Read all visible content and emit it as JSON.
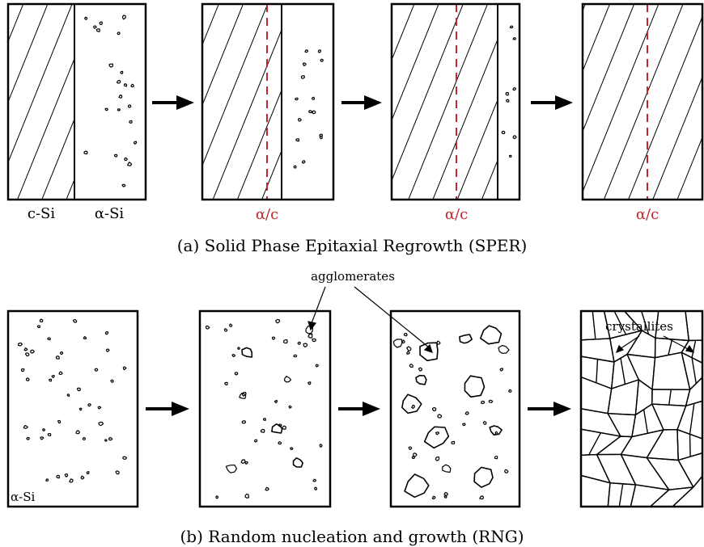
{
  "top_panel": {
    "caption": "(a) Solid Phase Epitaxial Regrowth (SPER)",
    "labels": {
      "c_si": "c-Si",
      "a_si": "α-Si",
      "interface_1": "α/c",
      "interface_2": "α/c",
      "interface_3": "α/c"
    },
    "accent_color": "#c0282d"
  },
  "bottom_panel": {
    "caption": "(b) Random nucleation and growth (RNG)",
    "labels": {
      "a_si": "α-Si",
      "agglomerates": "agglomerates",
      "crystallites": "crystallites"
    }
  },
  "icons": [
    "right-arrow-icon"
  ]
}
